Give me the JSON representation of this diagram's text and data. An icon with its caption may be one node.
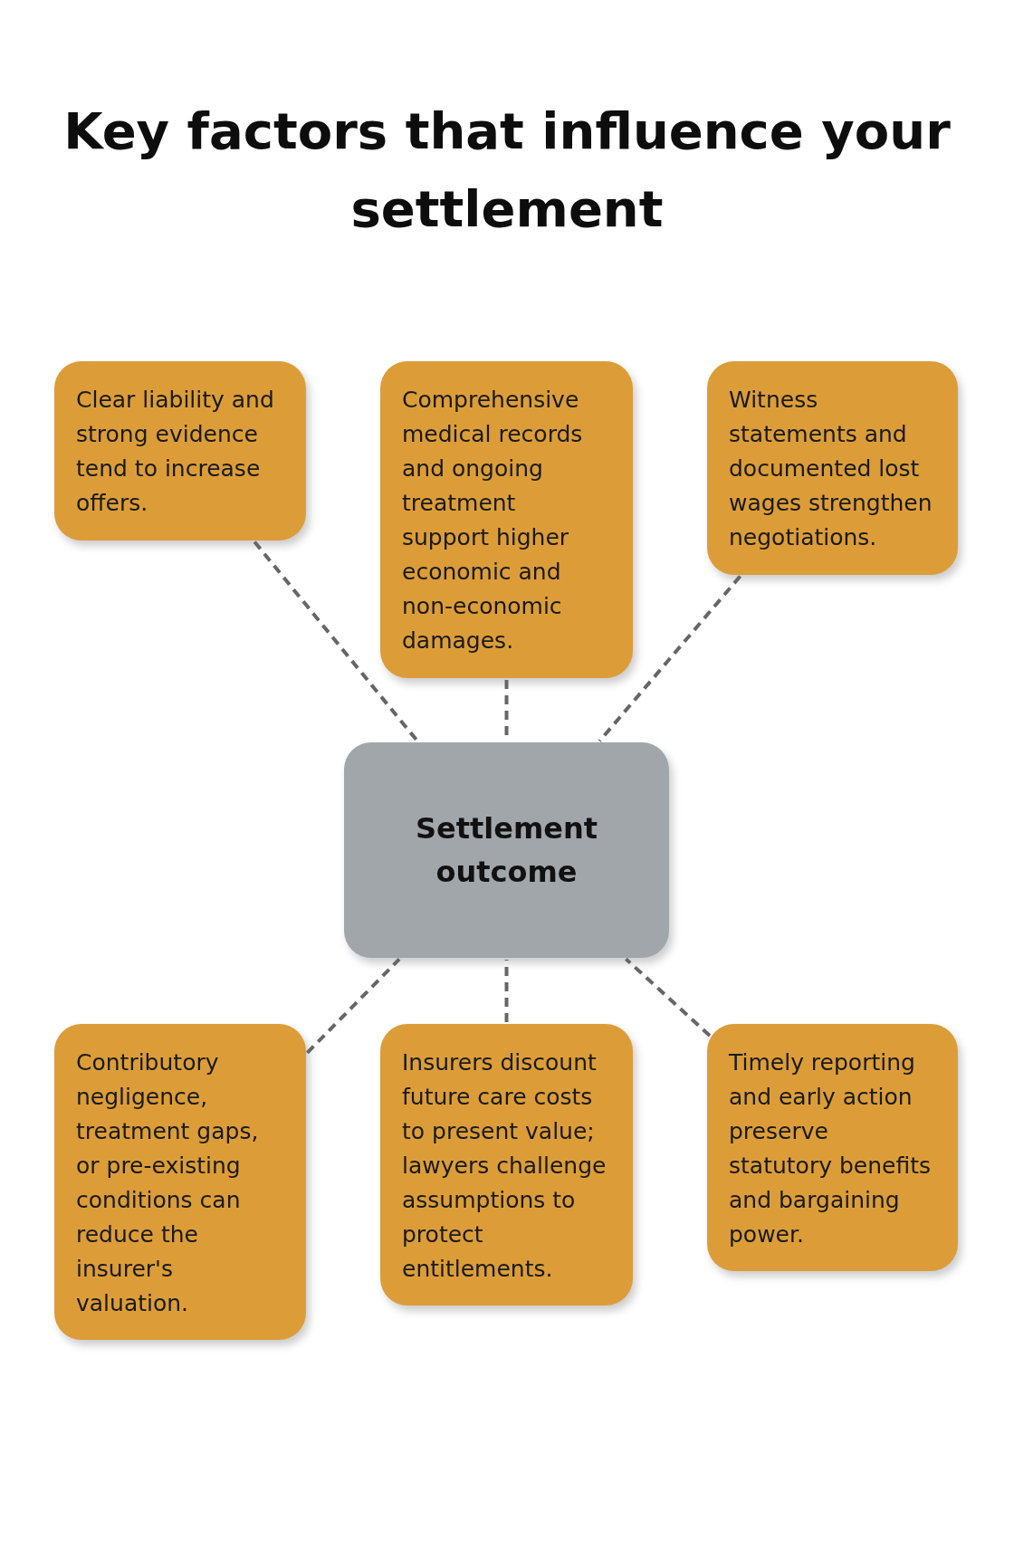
{
  "diagram": {
    "title": "Key factors that influence your settlement",
    "nodes": [
      {
        "text": [
          "Clear liability and strong evidence tend to increase offers."
        ]
      },
      {
        "text": [
          "Comprehensive medical records and ongoing treatment support higher economic and non-economic damages."
        ]
      },
      {
        "text": [
          "Witness statements and documented lost wages strengthen negotiations."
        ]
      },
      {
        "text": [
          "Settlement outcome"
        ]
      },
      {
        "text": [
          "Contributory negligence, treatment gaps, or pre-existing conditions can reduce the insurer's valuation."
        ]
      },
      {
        "text": [
          "Insurers discount future care costs to present value; lawyers challenge assumptions to protect entitlements."
        ]
      },
      {
        "text": [
          "Timely reporting and early action preserve statutory benefits and bargaining power."
        ]
      }
    ],
    "edges": [
      {
        "from": 0,
        "to": 3,
        "arrow": "none",
        "style": "dashed"
      },
      {
        "from": 1,
        "to": 3,
        "arrow": "none",
        "style": "dashed"
      },
      {
        "from": 2,
        "to": 3,
        "arrow": "none",
        "style": "dashed"
      },
      {
        "from": 4,
        "to": 3,
        "arrow": "none",
        "style": "dashed"
      },
      {
        "from": 5,
        "to": 3,
        "arrow": "none",
        "style": "dashed"
      },
      {
        "from": 6,
        "to": 3,
        "arrow": "none",
        "style": "dashed"
      }
    ]
  }
}
